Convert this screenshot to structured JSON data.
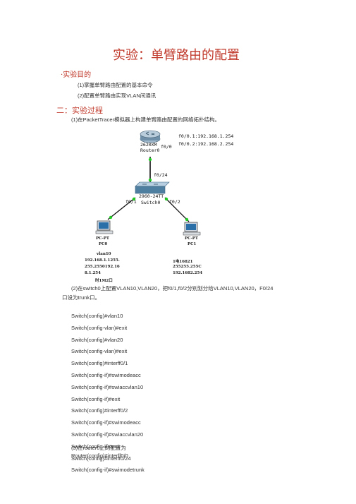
{
  "title": "实验：单臂路由的配置",
  "purpose": {
    "heading": "·实验目的",
    "items": [
      "(1)掌握单臂路由配置的基本命令",
      "(2)配置单臂路由实现VLAN间通讯"
    ]
  },
  "process": {
    "heading": "二：实验过程",
    "step1": "(1)在PacketTracer模拟器上构建单臂路由配置的网络拓扑结构。",
    "step2_line1": "(2)在switch0上配置VLAN10,VLAN20，把f0/1,f0/2分别划分给VLAN10,VLAN20，F0/24",
    "step2_line2": "口设为trunk口。",
    "switch_commands": [
      "Switch(config)#vlan10",
      "Switch(config-vlan)#exit",
      "Switch(config)#vlan20",
      "Switch(config-vlan)#exit",
      "Switch(config)#interff0/1",
      "Switch(config-if)#swimodeacc",
      "Switch(config-if)#swiaccvlan10",
      "Switch(config-if)#exit",
      "Switch(config)#interff0/2",
      "Switch(config-if)#swimodeacc",
      "Switch(config-if)#swiaccvlan20",
      "Switch(config-if)#exit",
      "Switch(config)#interff0/24",
      "Switch(config-if)#swimodetrunk"
    ],
    "step3": "(3)在router0上的配置为",
    "router_commands": [
      "Router(config)#interff0/0"
    ]
  },
  "topology": {
    "router": {
      "model": "2620XM",
      "name": "Router0",
      "port": "f0/0",
      "sub1": "f0/0.1:192.168.1.254",
      "sub2": "f0/0.2:192.168.2.254"
    },
    "switch": {
      "model": "2960-24TT",
      "name": "Switch0",
      "up_port": "f0/24",
      "left_port": "f0/1",
      "right_port": "f0/2"
    },
    "pc0": {
      "type": "PC-PT",
      "name": "PC0",
      "notes": [
        "vlan10",
        "192.168.1.1255.",
        "255.2550192.16",
        "8.1.254",
        "时1M2口"
      ]
    },
    "pc1": {
      "type": "PC-PT",
      "name": "PC1",
      "notes": [
        "1电16821",
        "255255.255C",
        "192.1682.254"
      ]
    },
    "colors": {
      "link": "#111111",
      "port_dot": "#22cc22",
      "router_body": "#6f8fa8",
      "switch_body": "#4f7fa0"
    }
  }
}
